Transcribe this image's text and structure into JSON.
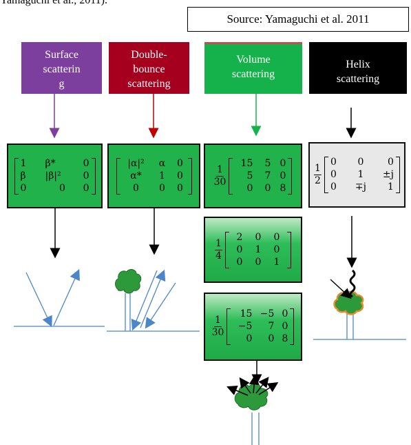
{
  "top_cut_text": "Yamaguchi et al., 2011).",
  "source": "Source: Yamaguchi et al. 2011",
  "headers": {
    "surface": [
      "Surface",
      "scatterin",
      "g"
    ],
    "double": [
      "Double-",
      "bounce",
      "scattering"
    ],
    "volume": [
      "Volume",
      "scattering"
    ],
    "helix": [
      "Helix",
      "scattering"
    ]
  },
  "matrices": {
    "surface": {
      "rows": [
        [
          "1",
          "β*",
          "0"
        ],
        [
          "β",
          "|β|²",
          "0"
        ],
        [
          "0",
          "0",
          "0"
        ]
      ]
    },
    "double": {
      "rows": [
        [
          "|α|²",
          "α",
          "0"
        ],
        [
          "α*",
          "1",
          "0"
        ],
        [
          "0",
          "0",
          "0"
        ]
      ]
    },
    "volume1": {
      "num": "1",
      "den": "30",
      "rows": [
        [
          "15",
          "5",
          "0"
        ],
        [
          "5",
          "7",
          "0"
        ],
        [
          "0",
          "0",
          "8"
        ]
      ]
    },
    "volume2": {
      "num": "1",
      "den": "4",
      "rows": [
        [
          "2",
          "0",
          "0"
        ],
        [
          "0",
          "1",
          "0"
        ],
        [
          "0",
          "0",
          "1"
        ]
      ]
    },
    "volume3": {
      "num": "1",
      "den": "30",
      "rows": [
        [
          "15",
          "−5",
          "0"
        ],
        [
          "−5",
          "7",
          "0"
        ],
        [
          "0",
          "0",
          "8"
        ]
      ]
    },
    "helix": {
      "num": "1",
      "den": "2",
      "rows": [
        [
          "0",
          "0",
          "0"
        ],
        [
          "0",
          "1",
          "±j"
        ],
        [
          "0",
          "∓j",
          "1"
        ]
      ]
    }
  },
  "colors": {
    "surface": "#7d3f9e",
    "double": "#a5001e",
    "volume": "#15b14a",
    "helix": "#000000",
    "box_green": "#21b24b",
    "box_grey": "#e8e8e8",
    "ray": "#4a86c8",
    "canopy": "#2c9a3a",
    "canopy_edge": "#e88a2c"
  }
}
